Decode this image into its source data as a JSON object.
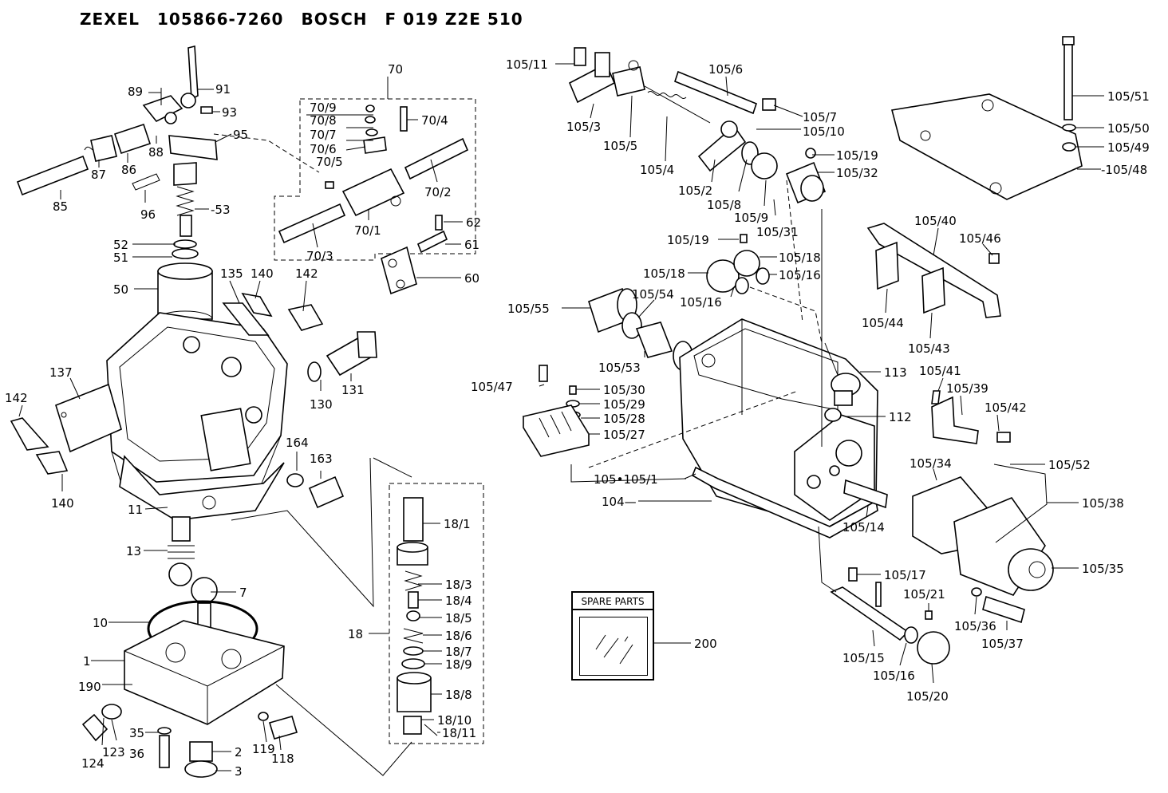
{
  "header": {
    "maker": "ZEXEL",
    "zexel_number": "105866-7260",
    "brand": "BOSCH",
    "bosch_number": "F 019 Z2E 510"
  },
  "spare_parts": {
    "title": "SPARE PARTS",
    "number": "200"
  },
  "callouts": [
    {
      "id": "91",
      "text": "91"
    },
    {
      "id": "89",
      "text": "89"
    },
    {
      "id": "93",
      "text": "93"
    },
    {
      "id": "95",
      "text": "95"
    },
    {
      "id": "88",
      "text": "88"
    },
    {
      "id": "87",
      "text": "87"
    },
    {
      "id": "86",
      "text": "86"
    },
    {
      "id": "85",
      "text": "85"
    },
    {
      "id": "96",
      "text": "96"
    },
    {
      "id": "53",
      "text": "-53"
    },
    {
      "id": "52",
      "text": "52"
    },
    {
      "id": "51",
      "text": "51"
    },
    {
      "id": "50",
      "text": "50"
    },
    {
      "id": "135",
      "text": "135"
    },
    {
      "id": "140a",
      "text": "140"
    },
    {
      "id": "142a",
      "text": "142"
    },
    {
      "id": "137",
      "text": "137"
    },
    {
      "id": "142b",
      "text": "142"
    },
    {
      "id": "140b",
      "text": "140"
    },
    {
      "id": "130",
      "text": "130"
    },
    {
      "id": "131",
      "text": "131"
    },
    {
      "id": "164",
      "text": "164"
    },
    {
      "id": "163",
      "text": "163"
    },
    {
      "id": "11",
      "text": "11"
    },
    {
      "id": "13",
      "text": "13"
    },
    {
      "id": "7",
      "text": "7"
    },
    {
      "id": "10",
      "text": "10"
    },
    {
      "id": "1",
      "text": "1"
    },
    {
      "id": "190",
      "text": "190"
    },
    {
      "id": "124",
      "text": "124"
    },
    {
      "id": "123",
      "text": "123"
    },
    {
      "id": "35",
      "text": "35"
    },
    {
      "id": "36",
      "text": "36"
    },
    {
      "id": "2",
      "text": "2"
    },
    {
      "id": "3",
      "text": "3"
    },
    {
      "id": "119",
      "text": "119"
    },
    {
      "id": "118",
      "text": "118"
    },
    {
      "id": "70",
      "text": "70"
    },
    {
      "id": "70_9",
      "text": "70/9"
    },
    {
      "id": "70_8",
      "text": "70/8"
    },
    {
      "id": "70_7",
      "text": "70/7"
    },
    {
      "id": "70_6",
      "text": "70/6"
    },
    {
      "id": "70_5",
      "text": "70/5"
    },
    {
      "id": "70_4",
      "text": "70/4"
    },
    {
      "id": "70_2",
      "text": "70/2"
    },
    {
      "id": "70_1",
      "text": "70/1"
    },
    {
      "id": "70_3",
      "text": "70/3"
    },
    {
      "id": "62",
      "text": "62"
    },
    {
      "id": "61",
      "text": "61"
    },
    {
      "id": "60",
      "text": "60"
    },
    {
      "id": "18_1",
      "text": "18/1"
    },
    {
      "id": "18_3",
      "text": "18/3"
    },
    {
      "id": "18_4",
      "text": "18/4"
    },
    {
      "id": "18_5",
      "text": "18/5"
    },
    {
      "id": "18",
      "text": "18"
    },
    {
      "id": "18_6",
      "text": "18/6"
    },
    {
      "id": "18_7",
      "text": "18/7"
    },
    {
      "id": "18_9",
      "text": "18/9"
    },
    {
      "id": "18_8",
      "text": "18/8"
    },
    {
      "id": "18_10",
      "text": "18/10"
    },
    {
      "id": "18_11",
      "text": "18/11"
    },
    {
      "id": "105_11",
      "text": "105/11"
    },
    {
      "id": "105_3",
      "text": "105/3"
    },
    {
      "id": "105_5",
      "text": "105/5"
    },
    {
      "id": "105_6",
      "text": "105/6"
    },
    {
      "id": "105_7",
      "text": "105/7"
    },
    {
      "id": "105_10",
      "text": "105/10"
    },
    {
      "id": "105_4",
      "text": "105/4"
    },
    {
      "id": "105_2",
      "text": "105/2"
    },
    {
      "id": "105_8",
      "text": "105/8"
    },
    {
      "id": "105_9",
      "text": "105/9"
    },
    {
      "id": "105_19a",
      "text": "105/19"
    },
    {
      "id": "105_32",
      "text": "105/32"
    },
    {
      "id": "105_31",
      "text": "105/31"
    },
    {
      "id": "105_19b",
      "text": "105/19"
    },
    {
      "id": "105_18a",
      "text": "105/18"
    },
    {
      "id": "105_18b",
      "text": "105/18"
    },
    {
      "id": "105_16a",
      "text": "105/16"
    },
    {
      "id": "105_16b",
      "text": "105/16"
    },
    {
      "id": "105_55",
      "text": "105/55"
    },
    {
      "id": "105_54",
      "text": "105/54"
    },
    {
      "id": "105_53",
      "text": "105/53"
    },
    {
      "id": "105_47",
      "text": "105/47"
    },
    {
      "id": "105_30",
      "text": "105/30"
    },
    {
      "id": "105_29",
      "text": "105/29"
    },
    {
      "id": "105_28",
      "text": "105/28"
    },
    {
      "id": "105_27",
      "text": "105/27"
    },
    {
      "id": "113",
      "text": "113"
    },
    {
      "id": "112",
      "text": "112"
    },
    {
      "id": "105",
      "text": "105•105/1"
    },
    {
      "id": "104",
      "text": "104—"
    },
    {
      "id": "105_14",
      "text": "105/14"
    },
    {
      "id": "105_51",
      "text": "105/51"
    },
    {
      "id": "105_50",
      "text": "105/50"
    },
    {
      "id": "105_49",
      "text": "105/49"
    },
    {
      "id": "105_48",
      "text": "-105/48"
    },
    {
      "id": "105_40",
      "text": "105/40"
    },
    {
      "id": "105_46",
      "text": "105/46"
    },
    {
      "id": "105_44",
      "text": "105/44"
    },
    {
      "id": "105_43",
      "text": "105/43"
    },
    {
      "id": "105_41",
      "text": "105/41"
    },
    {
      "id": "105_39",
      "text": "105/39"
    },
    {
      "id": "105_42",
      "text": "105/42"
    },
    {
      "id": "105_34",
      "text": "105/34"
    },
    {
      "id": "105_52",
      "text": "105/52"
    },
    {
      "id": "105_38",
      "text": "105/38"
    },
    {
      "id": "105_35",
      "text": "105/35"
    },
    {
      "id": "105_17",
      "text": "105/17"
    },
    {
      "id": "105_21",
      "text": "105/21"
    },
    {
      "id": "105_36",
      "text": "105/36"
    },
    {
      "id": "105_37",
      "text": "105/37"
    },
    {
      "id": "105_15",
      "text": "105/15"
    },
    {
      "id": "105_16c",
      "text": "105/16"
    },
    {
      "id": "105_20",
      "text": "105/20"
    }
  ]
}
